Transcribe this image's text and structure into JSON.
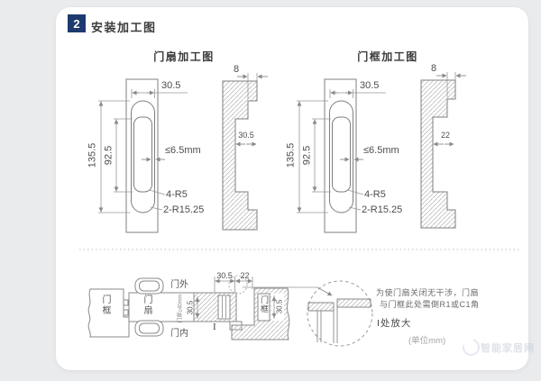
{
  "colors": {
    "accent_navy": "#1c3a6e"
  },
  "header": {
    "badge": "2",
    "title": "安装加工图"
  },
  "leaf_view": {
    "title": "门扇加工图",
    "width": "30.5",
    "height": "135.5",
    "slot_height": "92.5",
    "edge_gap": "≤6.5mm",
    "radius_small": "4-R5",
    "radius_large": "2-R15.25",
    "section": {
      "lip": "8",
      "depth": "30.5"
    }
  },
  "frame_view": {
    "title": "门框加工图",
    "width": "30.5",
    "height": "135.5",
    "slot_height": "92.5",
    "edge_gap": "≤6.5mm",
    "radius_small": "4-R5",
    "radius_large": "2-R15.25",
    "section": {
      "lip": "8",
      "depth": "22"
    }
  },
  "plan_view": {
    "door_outside": "门外",
    "door_inside": "门内",
    "frame_label_left": "门框",
    "leaf_label": "门扇",
    "door_thickness": "门厚≥40mm",
    "leaf_mortise_width": "30.5",
    "dim_leaf": "30.5",
    "dim_frame": "22",
    "frame_label_right": "门框",
    "frame_mortise_width": "30.5",
    "detail_marker": "I"
  },
  "detail": {
    "note_line1": "为使门扇关闭无干涉，门扇",
    "note_line2": "与门框此处需倒R1或C1角",
    "caption": "I处放大",
    "unit_note": "(单位mm)"
  },
  "watermark": {
    "text": "智能家居网"
  }
}
